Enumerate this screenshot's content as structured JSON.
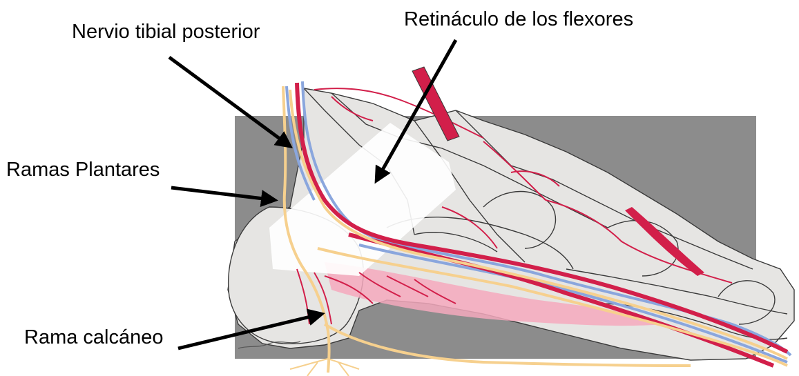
{
  "labels": {
    "posterior_tibial_nerve": "Nervio tibial posterior",
    "flexor_retinaculum": "Retináculo de los flexores",
    "plantar_branches": "Ramas Plantares",
    "calcaneal_branch": "Rama calcáneo"
  },
  "colors": {
    "background_panel": "#8c8c8c",
    "bone": "#e6e5e3",
    "artery": "#d21f4a",
    "vein": "#8aa6dd",
    "nerve": "#f6d08e",
    "muscle_pink": "#f4a9bd",
    "retinaculum": "#ffffff",
    "arrow": "#000000"
  }
}
